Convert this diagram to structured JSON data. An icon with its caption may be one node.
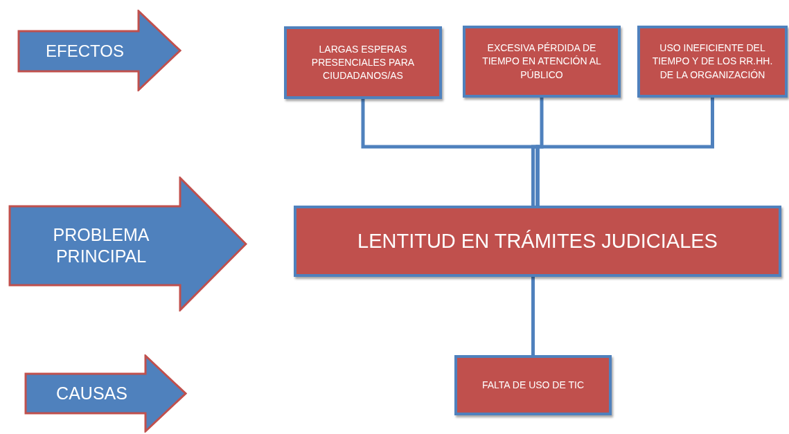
{
  "diagram": {
    "nodes": [
      {
        "text": [
          "EFECTOS"
        ]
      },
      {
        "text": [
          "PROBLEMA PRINCIPAL"
        ]
      },
      {
        "text": [
          "CAUSAS"
        ]
      },
      {
        "text": [
          "LARGAS ESPERAS PRESENCIALES PARA CIUDADANOS/AS"
        ]
      },
      {
        "text": [
          "EXCESIVA PÉRDIDA DE TIEMPO EN ATENCIÓN AL PÚBLICO"
        ]
      },
      {
        "text": [
          "USO INEFICIENTE DEL TIEMPO Y DE LOS RR.HH. DE LA ORGANIZACIÓN"
        ]
      },
      {
        "text": [
          "LENTITUD EN TRÁMITES JUDICIALES"
        ]
      },
      {
        "text": [
          "FALTA DE USO DE TIC"
        ]
      }
    ],
    "edges": [
      {
        "from": 3,
        "to": 6,
        "arrow": "none"
      },
      {
        "from": 4,
        "to": 6,
        "arrow": "none"
      },
      {
        "from": 5,
        "to": 6,
        "arrow": "none"
      },
      {
        "from": 6,
        "to": 7,
        "arrow": "none"
      }
    ]
  }
}
